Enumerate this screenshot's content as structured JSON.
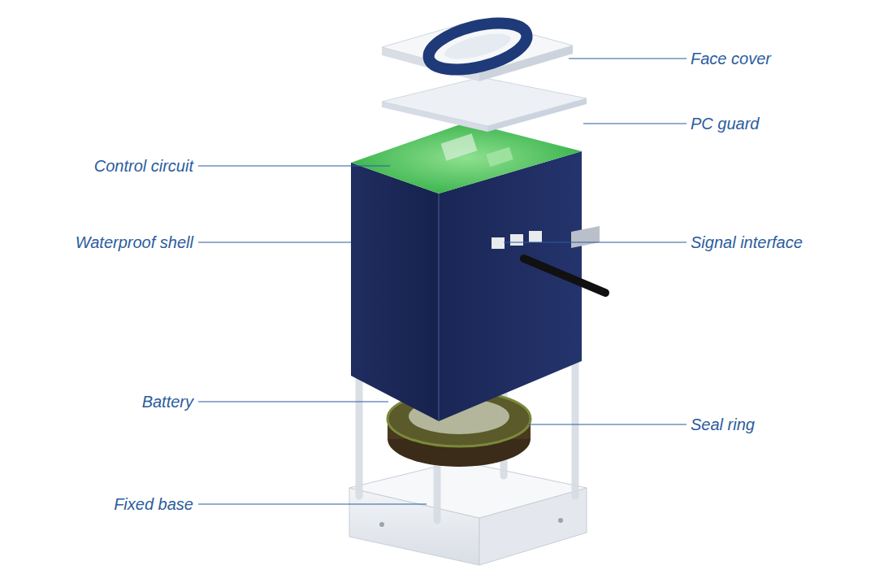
{
  "diagram": {
    "labels": [
      "Face cover",
      "PC guard",
      "Control circuit",
      "Waterproof shell",
      "Signal interface",
      "Battery",
      "Seal ring",
      "Fixed base"
    ]
  }
}
